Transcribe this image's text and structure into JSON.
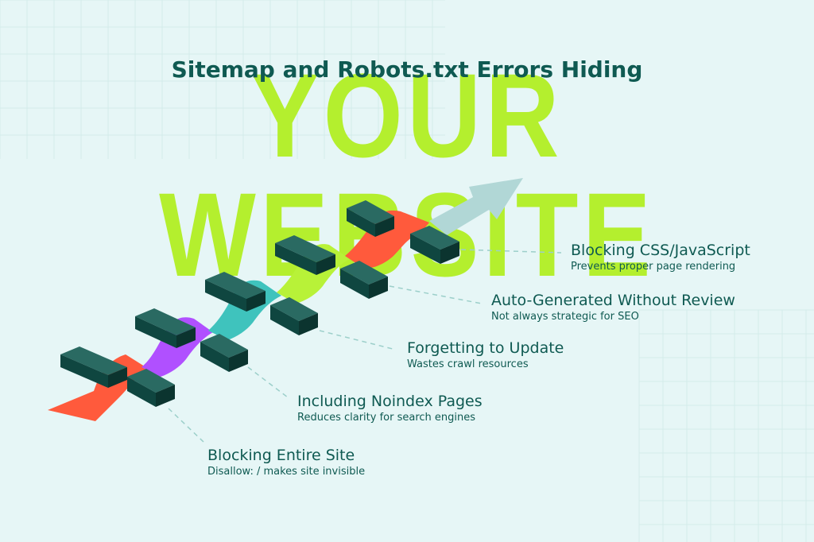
{
  "title": {
    "small": "Sitemap and Robots.txt Errors Hiding",
    "big": "YOUR WEBSITE"
  },
  "errors": [
    {
      "title": "Blocking CSS/JavaScript",
      "description": "Prevents proper page rendering"
    },
    {
      "title": "Auto-Generated Without Review",
      "description": "Not always strategic for SEO"
    },
    {
      "title": "Forgetting to Update",
      "description": "Wastes crawl resources"
    },
    {
      "title": "Including Noindex Pages",
      "description": "Reduces clarity for search engines"
    },
    {
      "title": "Blocking Entire Site",
      "description": "Disallow: / makes site invisible"
    }
  ],
  "colors": {
    "background": "#e6f6f6",
    "grid": "#d3ebea",
    "big_title": "#b4ef2e",
    "small_title": "#0f5a52",
    "text": "#0f5a52",
    "connector": "#9ccfca",
    "arrow": "#b1d7d6",
    "block_top": "#1e5d55",
    "block_side": "#0d3b35",
    "ribbons": [
      "#ff5a3c",
      "#b050ff",
      "#3fc3bd",
      "#b8f238",
      "#ff5a3c"
    ]
  }
}
